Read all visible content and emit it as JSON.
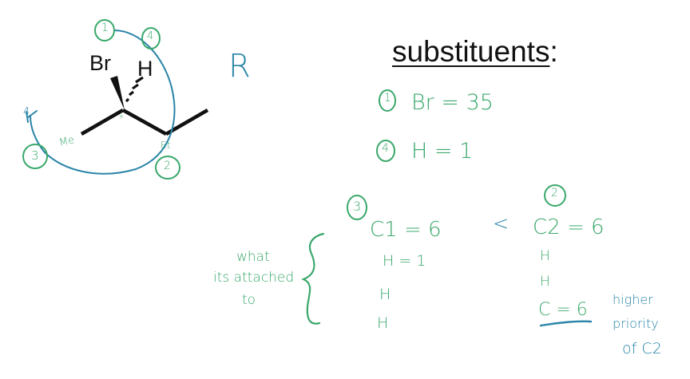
{
  "colors": {
    "green": "#3aa86b",
    "blue": "#2a85a8",
    "black": "#111111"
  },
  "molecule": {
    "atoms": {
      "br": "Br",
      "h": "H"
    },
    "labels": {
      "methyl": "Me",
      "ethyl": "Et",
      "chiral_mark": "*",
      "stray_mark": "4"
    },
    "priorities": {
      "br": "1",
      "h": "4",
      "methyl": "3",
      "ethyl": "2"
    },
    "configuration": "R"
  },
  "substituents": {
    "title": "substituents",
    "title_suffix": ":",
    "items": [
      {
        "priority": "1",
        "text": "Br = 35"
      },
      {
        "priority": "4",
        "text": "H = 1"
      }
    ]
  },
  "comparison": {
    "c1": {
      "priority": "3",
      "header": "C1 = 6",
      "attached": [
        "H = 1",
        "H",
        "H"
      ]
    },
    "operator": "<",
    "c2": {
      "priority": "2",
      "header": "C2 = 6",
      "attached": [
        "H",
        "H",
        "C = 6"
      ]
    },
    "brace_note": [
      "what",
      "its attached",
      "to"
    ],
    "side_note": [
      "higher",
      "priority",
      "of C2"
    ]
  }
}
